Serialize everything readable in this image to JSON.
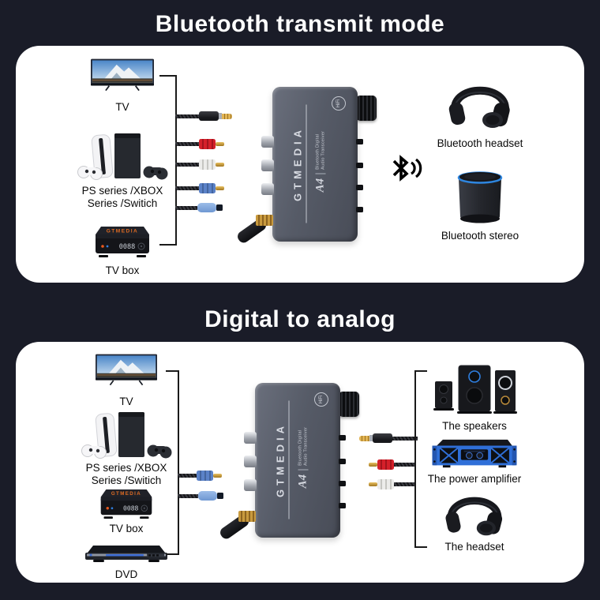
{
  "colors": {
    "background": "#1a1c28",
    "panel": "#ffffff",
    "device_body": "#565b67",
    "brand_orange": "#e06b22",
    "rca_red": "#d5202a",
    "rca_white": "#ececea",
    "rca_blue": "#5b82c8",
    "optical_blue": "#7ea6dc",
    "gold": "#d9a43c",
    "amplifier_blue": "#2f6fd8",
    "speaker_ring_blue": "#2e86e0",
    "bracket_line": "#1a1a1a"
  },
  "icons": {
    "bluetooth": "bluetooth-signal-icon",
    "tv": "tv-icon",
    "consoles": "game-consoles-icon",
    "tv_box": "tv-box-icon",
    "dvd": "dvd-player-icon",
    "headphones": "headphones-icon",
    "bt_speaker": "bluetooth-speaker-icon",
    "speakers": "speakers-2-1-icon",
    "amplifier": "power-amplifier-icon"
  },
  "titles": {
    "section1": "Bluetooth transmit mode",
    "section2": "Digital to analog"
  },
  "device": {
    "brand": "GTMEDIA",
    "model": "A4",
    "subtitle_line1": "Bluetooth Digital",
    "subtitle_line2": "Audio Transceiver",
    "badge": "HiFi"
  },
  "tv_box": {
    "brand": "GTMEDIA",
    "display": "0088"
  },
  "section1": {
    "sources": {
      "tv": "TV",
      "console_line1": "PS series /XBOX",
      "console_line2": "Series /Switich",
      "tvbox": "TV box"
    },
    "sinks": {
      "headset": "Bluetooth headset",
      "stereo": "Bluetooth stereo"
    }
  },
  "section2": {
    "sources": {
      "tv": "TV",
      "console_line1": "PS series /XBOX",
      "console_line2": "Series /Switich",
      "tvbox": "TV box",
      "dvd": "DVD"
    },
    "sinks": {
      "speakers": "The speakers",
      "amplifier": "The power amplifier",
      "headset": "The headset"
    }
  }
}
